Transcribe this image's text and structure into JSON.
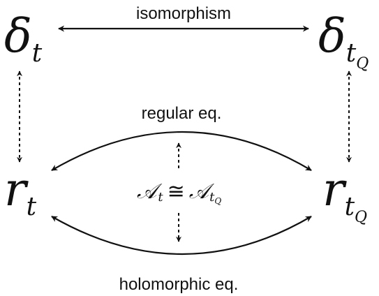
{
  "nodes": {
    "top_left": {
      "base": "δ",
      "sub": "t",
      "subsub": ""
    },
    "top_right": {
      "base": "δ",
      "sub": "t",
      "subsub": "Q"
    },
    "bottom_left": {
      "base": "r",
      "sub": "t",
      "subsub": ""
    },
    "bottom_right": {
      "base": "r",
      "sub": "t",
      "subsub": "Q"
    }
  },
  "center": {
    "left": {
      "base": "𝒜",
      "sub": "t",
      "subsub": ""
    },
    "operator": "≅",
    "right": {
      "base": "𝒜",
      "sub": "t",
      "subsub": "Q"
    }
  },
  "labels": {
    "top": "isomorphism",
    "upper_arc": "regular eq.",
    "lower_arc": "holomorphic eq."
  },
  "colors": {
    "ink": "#111111",
    "background": "#ffffff"
  }
}
